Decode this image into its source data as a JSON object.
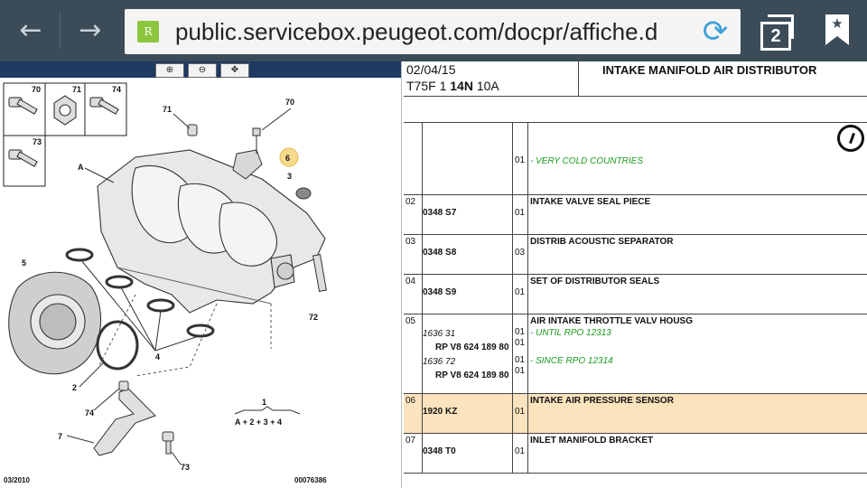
{
  "browser": {
    "url": "public.servicebox.peugeot.com/docpr/affiche.d",
    "favicon_letter": "R",
    "tab_count": "2",
    "back_icon": "arrow-left-icon",
    "forward_icon": "arrow-right-icon",
    "reload_icon": "refresh-icon",
    "tabs_icon": "tabs-icon",
    "bookmark_icon": "bookmark-icon"
  },
  "diagram": {
    "toolbar_buttons": [
      "zoom-in-icon",
      "zoom-out-icon",
      "pan-zoom-icon"
    ],
    "labels": [
      "70",
      "71",
      "74",
      "73",
      "71",
      "70",
      "6",
      "3",
      "A",
      "5",
      "72",
      "4",
      "2",
      "74",
      "1",
      "A + 2 + 3 + 4",
      "7",
      "73"
    ],
    "footer_date": "03/2010",
    "footer_ref": "00076386",
    "highlight_color": "#f6d98a"
  },
  "parts": {
    "header": {
      "date": "02/04/15",
      "code_prefix": "T75F 1 ",
      "code_bold": "14N",
      "code_suffix": " 10A",
      "title": "INTAKE MANIFOLD AIR DISTRIBUTOR"
    },
    "rows": [
      {
        "num": "",
        "refs": [],
        "qty": [
          "01"
        ],
        "title": "",
        "notes": [
          "- VERY COLD COUNTRIES"
        ],
        "icon": "gauge-icon"
      },
      {
        "num": "02",
        "refs": [
          {
            "text": "0348 S7"
          }
        ],
        "qty": [
          "01"
        ],
        "title": "INTAKE VALVE SEAL PIECE",
        "notes": []
      },
      {
        "num": "03",
        "refs": [
          {
            "text": "0348 S8"
          }
        ],
        "qty": [
          "03"
        ],
        "title": "DISTRIB ACOUSTIC SEPARATOR",
        "notes": []
      },
      {
        "num": "04",
        "refs": [
          {
            "text": "0348 S9"
          }
        ],
        "qty": [
          "01"
        ],
        "title": "SET OF DISTRIBUTOR SEALS",
        "notes": []
      },
      {
        "num": "05",
        "refs": [
          {
            "text": "1636 31"
          },
          {
            "text": "RP V8 624 189 80"
          },
          {
            "text": "1636 72"
          },
          {
            "text": "RP V8 624 189 80"
          }
        ],
        "qty": [
          "01",
          "01",
          "01",
          "01"
        ],
        "title": "AIR INTAKE THROTTLE VALV HOUSG",
        "notes": [
          "- UNTIL RPO 12313",
          "- SINCE RPO 12314"
        ]
      },
      {
        "num": "06",
        "refs": [
          {
            "text": "1920 KZ"
          }
        ],
        "qty": [
          "01"
        ],
        "title": "INTAKE AIR PRESSURE SENSOR",
        "notes": [],
        "highlight": true
      },
      {
        "num": "07",
        "refs": [
          {
            "text": "0348 T0"
          }
        ],
        "qty": [
          "01"
        ],
        "title": "INLET MANIFOLD BRACKET",
        "notes": []
      }
    ],
    "note_color": "#1e9a1e",
    "highlight_color": "#fbe3bd"
  }
}
